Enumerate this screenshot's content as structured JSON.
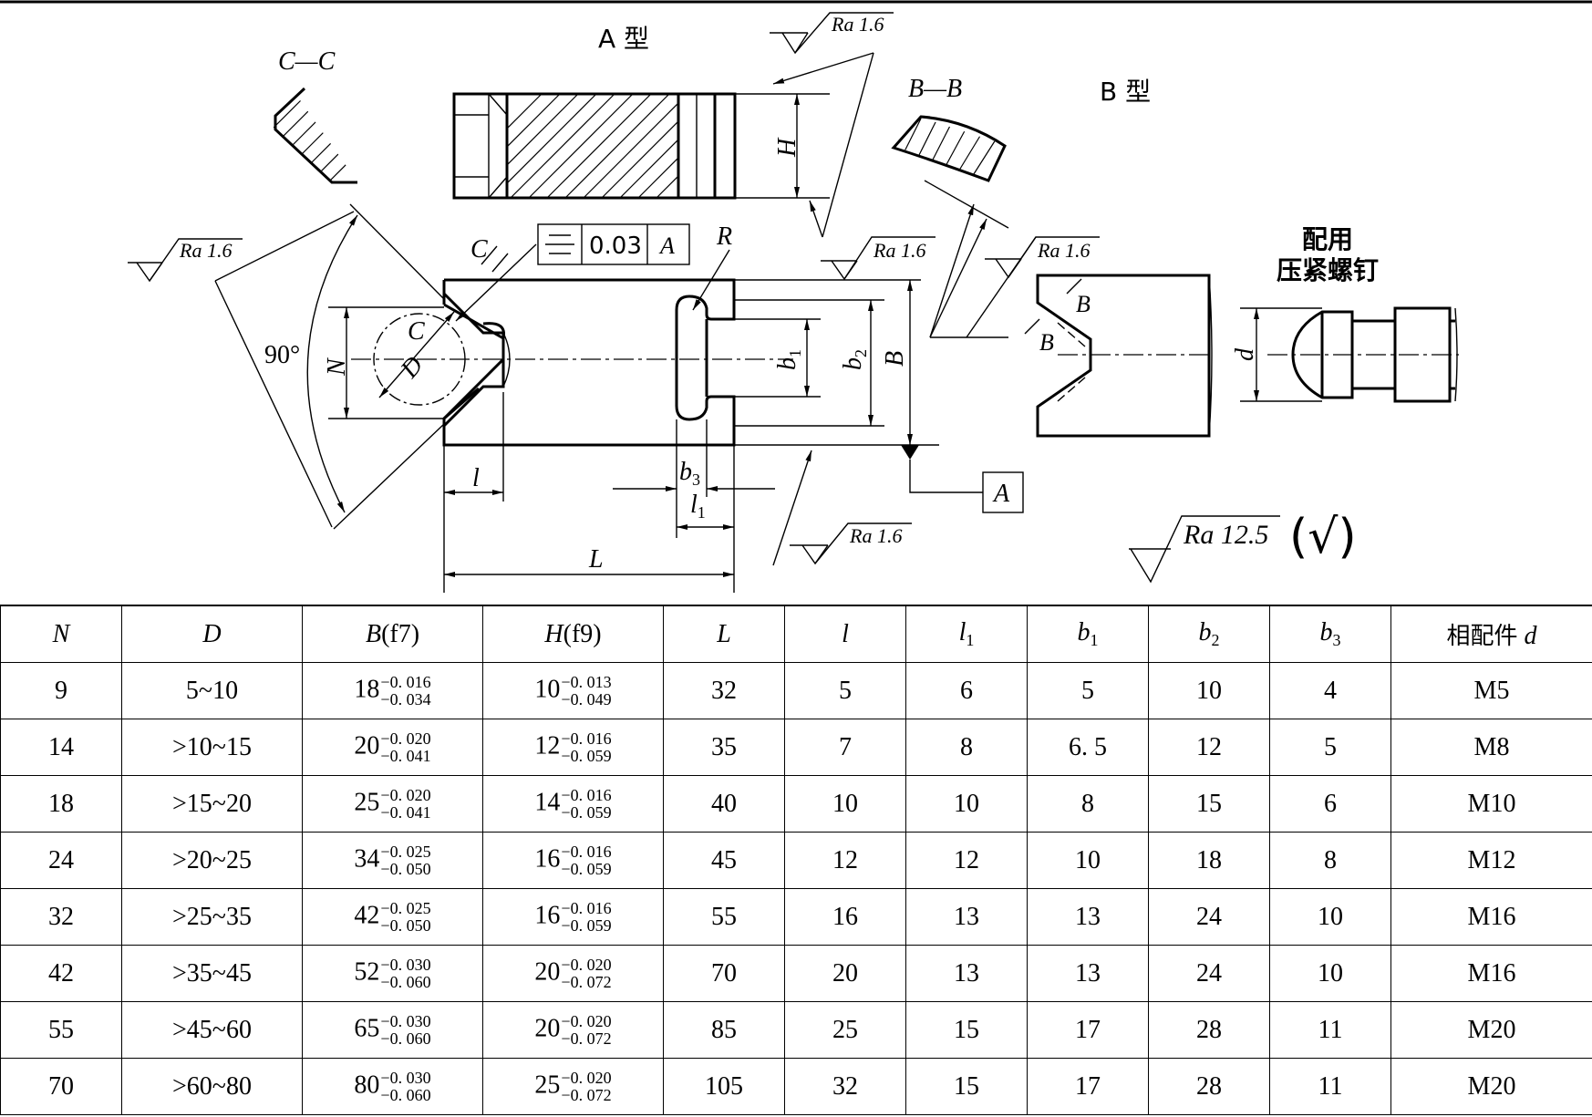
{
  "drawing": {
    "type_a_label": "A 型",
    "type_b_label": "B 型",
    "section_cc": "C—C",
    "section_bb": "B—B",
    "roughness_16": "Ra 1.6",
    "roughness_125": "Ra 12.5",
    "roughness_general_symbol": "(√)",
    "flatness_value": "0.03",
    "datum": "A",
    "angle": "90°",
    "mating_label_line1": "配用",
    "mating_label_line2": "压紧螺钉",
    "dim_labels": {
      "H": "H",
      "B": "B",
      "N": "N",
      "D": "D",
      "C": "C",
      "R": "R",
      "b1": "b",
      "b1_sub": "1",
      "b2": "b",
      "b2_sub": "2",
      "b3": "b",
      "b3_sub": "3",
      "l": "l",
      "l1": "l",
      "l1_sub": "1",
      "L": "L",
      "d": "d",
      "section_letter_b": "B"
    }
  },
  "table": {
    "headers": {
      "N": "N",
      "D": "D",
      "B_main": "B",
      "B_fit": "(f7)",
      "H_main": "H",
      "H_fit": "(f9)",
      "L": "L",
      "l": "l",
      "l1": "l",
      "l1_sub": "1",
      "b1": "b",
      "b1_sub": "1",
      "b2": "b",
      "b2_sub": "2",
      "b3": "b",
      "b3_sub": "3",
      "d_cn": "相配件",
      "d": "d"
    },
    "rows": [
      {
        "N": "9",
        "D": "5~10",
        "B": "18",
        "B_up": "−0. 016",
        "B_lo": "−0. 034",
        "H": "10",
        "H_up": "−0. 013",
        "H_lo": "−0. 049",
        "L": "32",
        "l": "5",
        "l1": "6",
        "b1": "5",
        "b2": "10",
        "b3": "4",
        "d": "M5"
      },
      {
        "N": "14",
        "D": ">10~15",
        "B": "20",
        "B_up": "−0. 020",
        "B_lo": "−0. 041",
        "H": "12",
        "H_up": "−0. 016",
        "H_lo": "−0. 059",
        "L": "35",
        "l": "7",
        "l1": "8",
        "b1": "6. 5",
        "b2": "12",
        "b3": "5",
        "d": "M8"
      },
      {
        "N": "18",
        "D": ">15~20",
        "B": "25",
        "B_up": "−0. 020",
        "B_lo": "−0. 041",
        "H": "14",
        "H_up": "−0. 016",
        "H_lo": "−0. 059",
        "L": "40",
        "l": "10",
        "l1": "10",
        "b1": "8",
        "b2": "15",
        "b3": "6",
        "d": "M10"
      },
      {
        "N": "24",
        "D": ">20~25",
        "B": "34",
        "B_up": "−0. 025",
        "B_lo": "−0. 050",
        "H": "16",
        "H_up": "−0. 016",
        "H_lo": "−0. 059",
        "L": "45",
        "l": "12",
        "l1": "12",
        "b1": "10",
        "b2": "18",
        "b3": "8",
        "d": "M12"
      },
      {
        "N": "32",
        "D": ">25~35",
        "B": "42",
        "B_up": "−0. 025",
        "B_lo": "−0. 050",
        "H": "16",
        "H_up": "−0. 016",
        "H_lo": "−0. 059",
        "L": "55",
        "l": "16",
        "l1": "13",
        "b1": "13",
        "b2": "24",
        "b3": "10",
        "d": "M16"
      },
      {
        "N": "42",
        "D": ">35~45",
        "B": "52",
        "B_up": "−0. 030",
        "B_lo": "−0. 060",
        "H": "20",
        "H_up": "−0. 020",
        "H_lo": "−0. 072",
        "L": "70",
        "l": "20",
        "l1": "13",
        "b1": "13",
        "b2": "24",
        "b3": "10",
        "d": "M16"
      },
      {
        "N": "55",
        "D": ">45~60",
        "B": "65",
        "B_up": "−0. 030",
        "B_lo": "−0. 060",
        "H": "20",
        "H_up": "−0. 020",
        "H_lo": "−0. 072",
        "L": "85",
        "l": "25",
        "l1": "15",
        "b1": "17",
        "b2": "28",
        "b3": "11",
        "d": "M20"
      },
      {
        "N": "70",
        "D": ">60~80",
        "B": "80",
        "B_up": "−0. 030",
        "B_lo": "−0. 060",
        "H": "25",
        "H_up": "−0. 020",
        "H_lo": "−0. 072",
        "L": "105",
        "l": "32",
        "l1": "15",
        "b1": "17",
        "b2": "28",
        "b3": "11",
        "d": "M20"
      }
    ]
  }
}
